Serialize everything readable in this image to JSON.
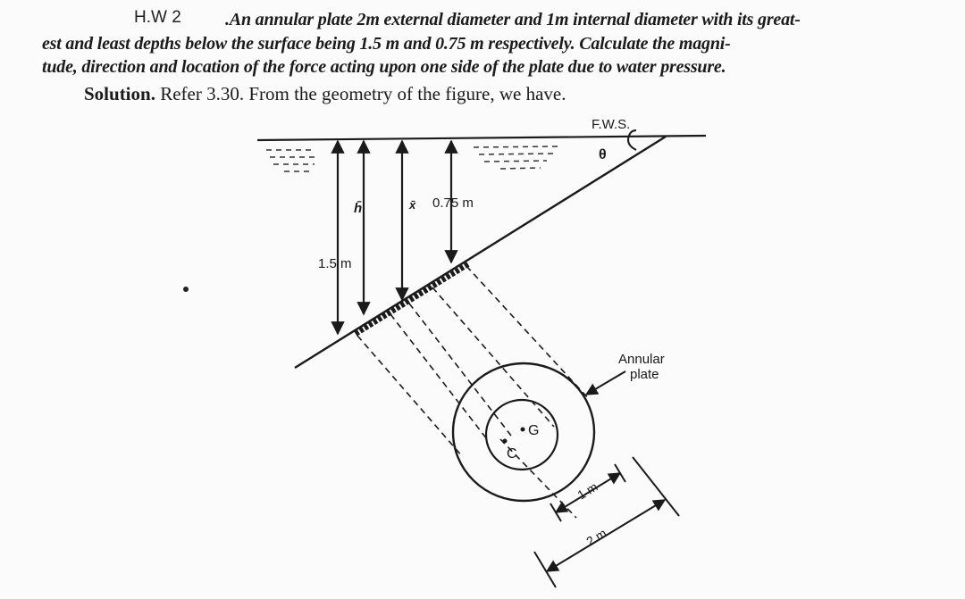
{
  "header": {
    "hw_label": "H.W 2",
    "problem_line1": ".An annular plate 2m external diameter and 1m internal diameter with its great-",
    "problem_line2": "est and least depths below the surface being 1.5 m and 0.75 m respectively. Calculate the magni-",
    "problem_line3": "tude, direction and location of the force acting upon one side of the plate due to water pressure.",
    "solution_bold": "Solution.",
    "solution_text": " Refer 3.30. From the geometry of the figure, we have."
  },
  "figure": {
    "fws_label": "F.W.S.",
    "theta_label": "θ",
    "hbar_label": "h̄",
    "xbar_label": "x̄",
    "depth_least_label": "0.75 m",
    "depth_greatest_label": "1.5 m",
    "plate_label_line1": "Annular",
    "plate_label_line2": "plate",
    "centroid_label": "G",
    "pressure_centre_label": "C",
    "inner_diameter_label": "1 m",
    "outer_diameter_label": "2 m"
  }
}
